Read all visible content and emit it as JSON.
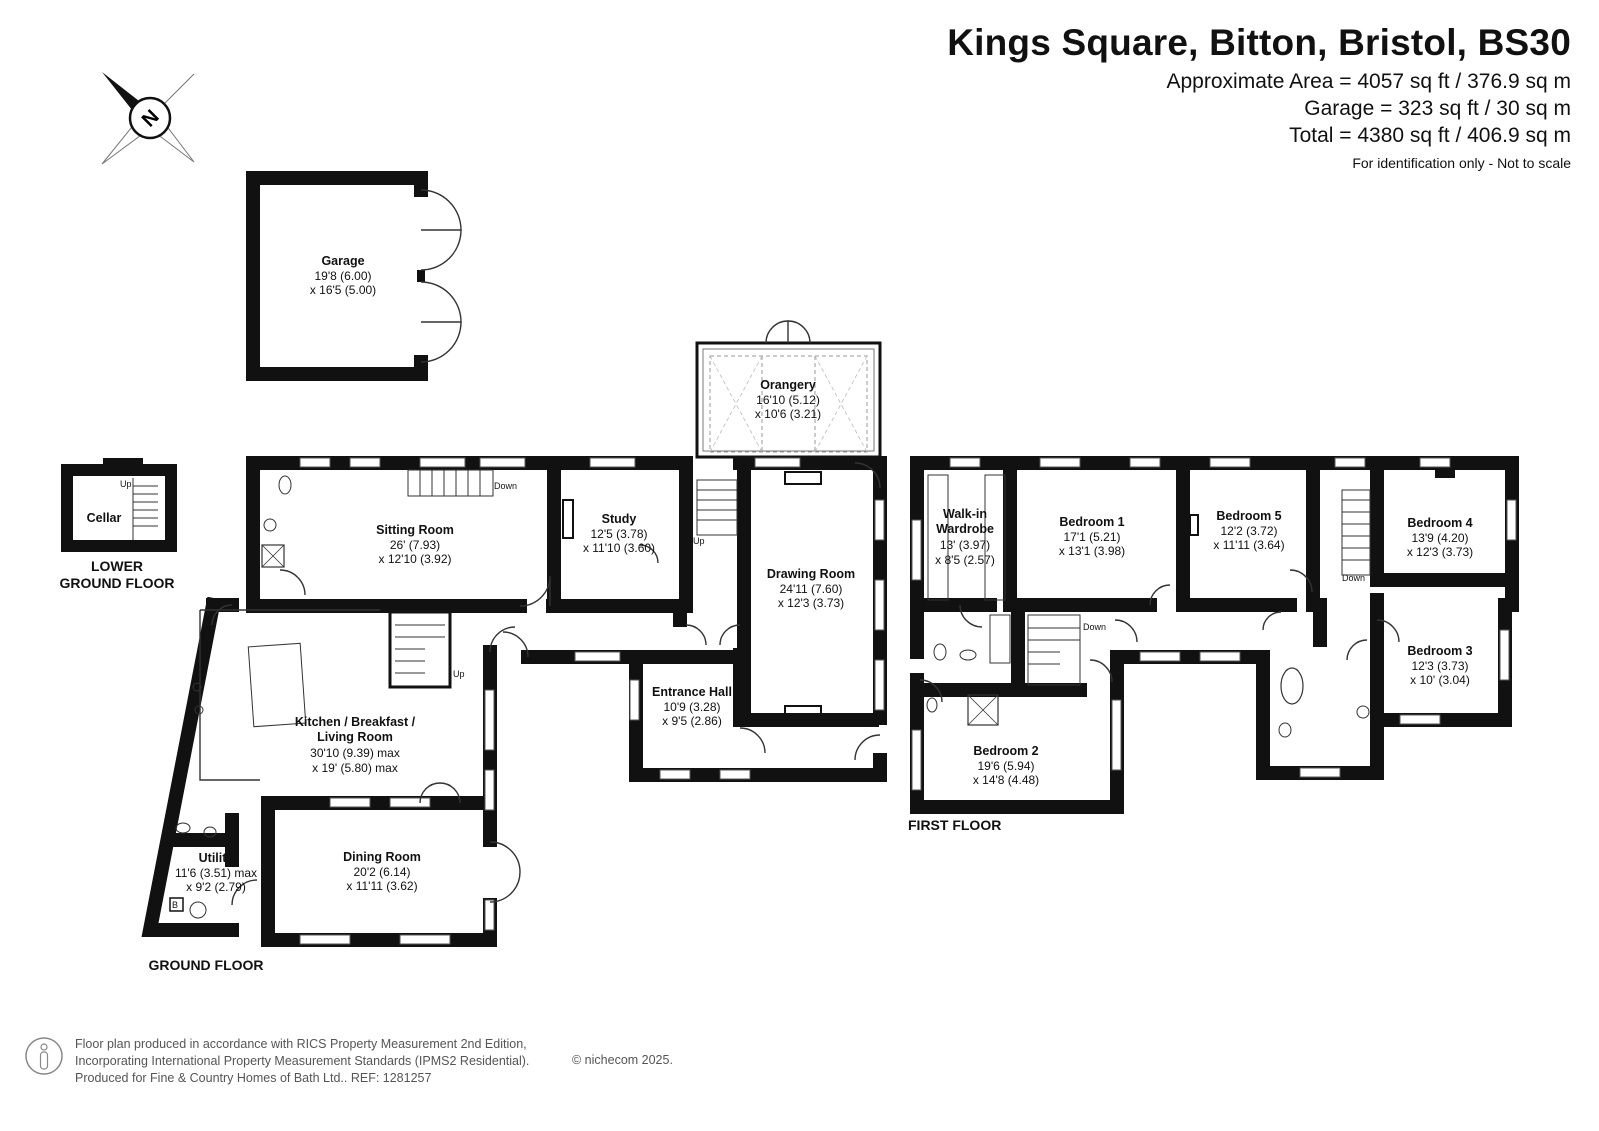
{
  "header": {
    "title": "Kings Square, Bitton, Bristol, BS30",
    "area_lines": [
      "Approximate Area = 4057 sq ft / 376.9 sq m",
      "Garage = 323 sq ft / 30 sq m",
      "Total = 4380 sq ft / 406.9 sq m"
    ],
    "disclaimer": "For identification only - Not to scale"
  },
  "compass": {
    "label": "N",
    "icon": "compass-icon"
  },
  "floors": {
    "lower_ground": "LOWER\nGROUND FLOOR",
    "lower_ground_line1": "LOWER",
    "lower_ground_line2": "GROUND FLOOR",
    "ground": "GROUND FLOOR",
    "first": "FIRST FLOOR"
  },
  "rooms": {
    "garage": {
      "name": "Garage",
      "dim1": "19'8 (6.00)",
      "dim2": "x 16'5 (5.00)"
    },
    "orangery": {
      "name": "Orangery",
      "dim1": "16'10 (5.12)",
      "dim2": "x 10'6 (3.21)"
    },
    "cellar": {
      "name": "Cellar"
    },
    "sitting": {
      "name": "Sitting Room",
      "dim1": "26' (7.93)",
      "dim2": "x 12'10 (3.92)"
    },
    "study": {
      "name": "Study",
      "dim1": "12'5 (3.78)",
      "dim2": "x 11'10 (3.60)"
    },
    "drawing": {
      "name": "Drawing Room",
      "dim1": "24'11 (7.60)",
      "dim2": "x 12'3 (3.73)"
    },
    "kitchen": {
      "name1": "Kitchen / Breakfast /",
      "name2": "Living Room",
      "dim1": "30'10 (9.39) max",
      "dim2": "x 19' (5.80) max"
    },
    "entrance": {
      "name": "Entrance Hall",
      "dim1": "10'9 (3.28)",
      "dim2": "x 9'5 (2.86)"
    },
    "dining": {
      "name": "Dining Room",
      "dim1": "20'2 (6.14)",
      "dim2": "x 11'11 (3.62)"
    },
    "utility": {
      "name": "Utility",
      "dim1": "11'6 (3.51) max",
      "dim2": "x 9'2 (2.79)"
    },
    "walkin": {
      "name1": "Walk-in",
      "name2": "Wardrobe",
      "dim1": "13' (3.97)",
      "dim2": "x 8'5 (2.57)"
    },
    "bed1": {
      "name": "Bedroom 1",
      "dim1": "17'1 (5.21)",
      "dim2": "x 13'1 (3.98)"
    },
    "bed5": {
      "name": "Bedroom 5",
      "dim1": "12'2 (3.72)",
      "dim2": "x 11'11 (3.64)"
    },
    "bed4": {
      "name": "Bedroom 4",
      "dim1": "13'9 (4.20)",
      "dim2": "x 12'3 (3.73)"
    },
    "bed3": {
      "name": "Bedroom 3",
      "dim1": "12'3 (3.73)",
      "dim2": "x 10' (3.04)"
    },
    "bed2": {
      "name": "Bedroom 2",
      "dim1": "19'6 (5.94)",
      "dim2": "x 14'8 (4.48)"
    }
  },
  "stair_labels": {
    "up": "Up",
    "down": "Down",
    "boiler": "B"
  },
  "footer": {
    "line1": "Floor plan produced in accordance with RICS Property Measurement 2nd Edition,",
    "line2": "Incorporating International Property Measurement Standards (IPMS2 Residential).",
    "line3": "Produced for Fine & Country Homes of Bath Ltd..   REF: 1281257",
    "copyright": "© nichecom 2025."
  }
}
